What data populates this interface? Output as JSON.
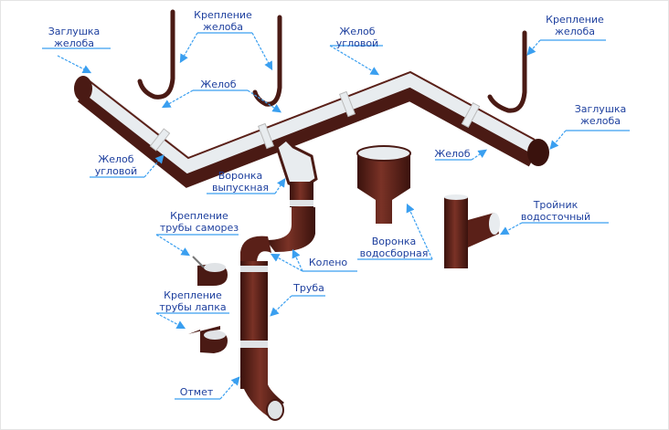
{
  "title": "Водосточная система — схема элементов",
  "colors": {
    "label": "#1d3f9e",
    "leader": "#3a9ff0",
    "metal": "#4a1a14",
    "metal_light": "#6b2a20",
    "inner": "#e8ecef"
  },
  "labels": [
    {
      "id": "gutter-cap-left",
      "lines": [
        "Заглушка",
        "желоба"
      ]
    },
    {
      "id": "gutter-bracket-left",
      "lines": [
        "Крепление",
        "желоба"
      ]
    },
    {
      "id": "corner-gutter-top",
      "lines": [
        "Желоб",
        "угловой"
      ]
    },
    {
      "id": "gutter-bracket-right",
      "lines": [
        "Крепление",
        "желоба"
      ]
    },
    {
      "id": "gutter-top",
      "lines": [
        "Желоб"
      ]
    },
    {
      "id": "gutter-cap-right",
      "lines": [
        "Заглушка",
        "желоба"
      ]
    },
    {
      "id": "corner-gutter-left",
      "lines": [
        "Желоб",
        "угловой"
      ]
    },
    {
      "id": "gutter-right",
      "lines": [
        "Желоб"
      ]
    },
    {
      "id": "outlet-funnel",
      "lines": [
        "Воронка",
        "выпускная"
      ]
    },
    {
      "id": "tee",
      "lines": [
        "Тройник",
        "водосточный"
      ]
    },
    {
      "id": "collector-funnel",
      "lines": [
        "Воронка",
        "водосборная"
      ]
    },
    {
      "id": "pipe-clamp-screw",
      "lines": [
        "Крепление",
        "трубы саморез"
      ]
    },
    {
      "id": "elbow",
      "lines": [
        "Колено"
      ]
    },
    {
      "id": "pipe",
      "lines": [
        "Труба"
      ]
    },
    {
      "id": "pipe-clamp-paw",
      "lines": [
        "Крепление",
        "трубы лапка"
      ]
    },
    {
      "id": "outlet",
      "lines": [
        "Отмет"
      ]
    }
  ]
}
